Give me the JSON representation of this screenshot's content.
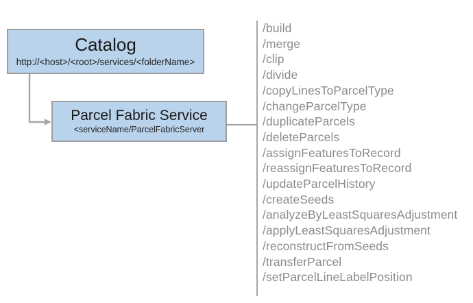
{
  "diagram": {
    "accent_fill": "#bad3ec",
    "accent_border": "#9e9e9e",
    "list_text_color": "#8b8b8b",
    "nodes": [
      {
        "id": "catalog",
        "title": "Catalog",
        "subtitle": "http://<host>/<root>/services/<folderName>"
      },
      {
        "id": "parcel-fabric-service",
        "title": "Parcel Fabric Service",
        "subtitle": "<serviceName/ParcelFabricServer"
      }
    ]
  },
  "operations": {
    "items": [
      "/build",
      "/merge",
      "/clip",
      "/divide",
      "/copyLinesToParcelType",
      "/changeParcelType",
      "/duplicateParcels",
      "/deleteParcels",
      "/assignFeaturesToRecord",
      "/reassignFeaturesToRecord",
      "/updateParcelHistory",
      "/createSeeds",
      "/analyzeByLeastSquaresAdjustment",
      "/applyLeastSquaresAdjustment",
      "/reconstructFromSeeds",
      "/transferParcel",
      "/setParcelLineLabelPosition"
    ]
  }
}
